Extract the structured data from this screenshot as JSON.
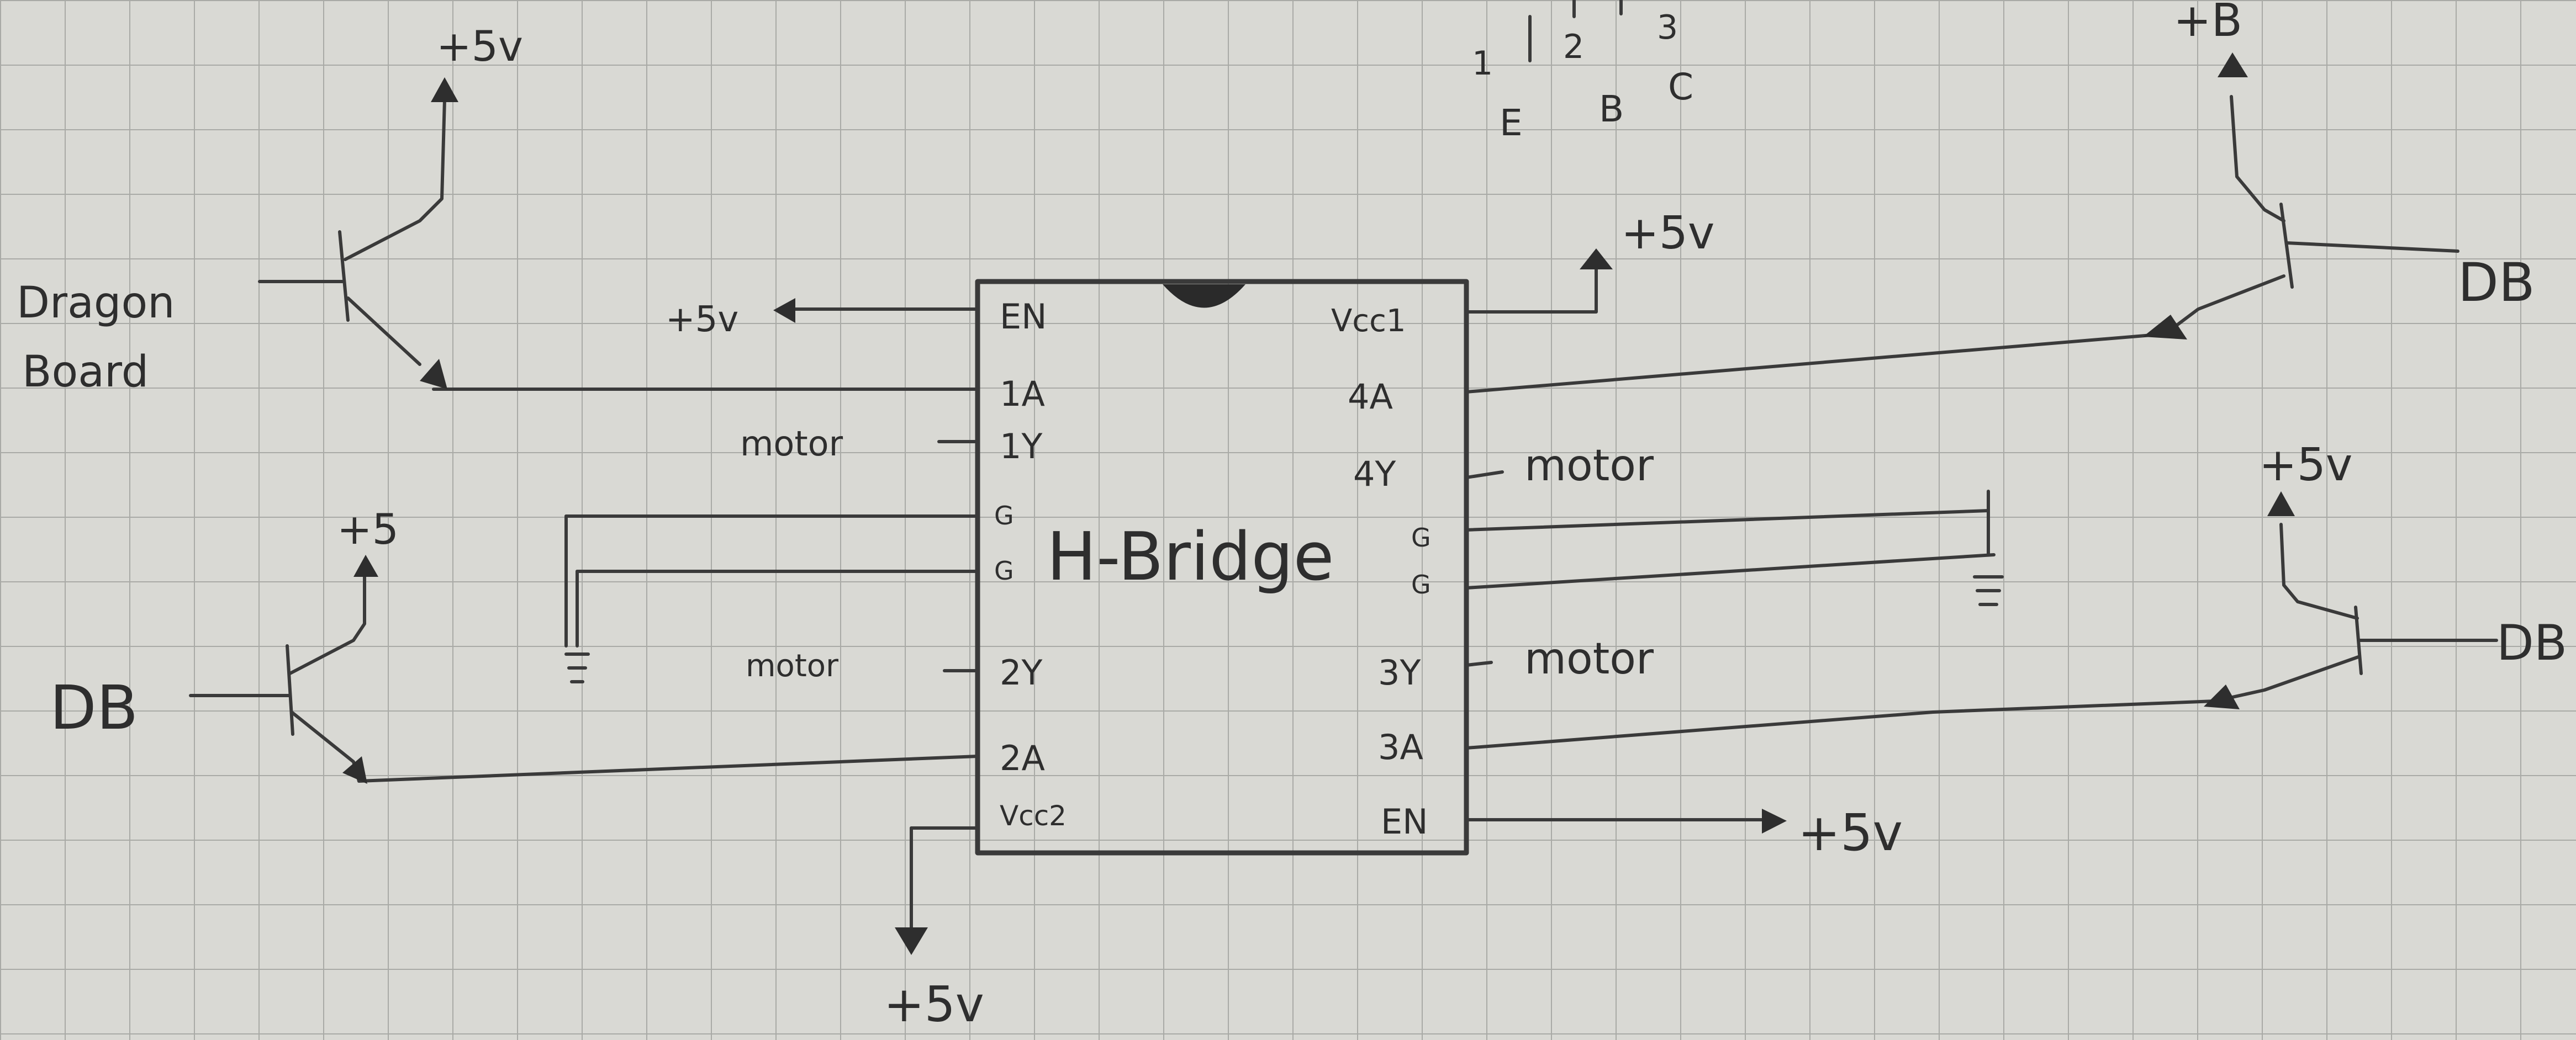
{
  "chip": {
    "left_pins": [
      "EN",
      "1A",
      "1Y",
      "G",
      "G",
      "2Y",
      "2A",
      "Vcc2"
    ],
    "right_pins": [
      "Vcc1",
      "4A",
      "4Y",
      "G",
      "G",
      "3Y",
      "3A",
      "EN"
    ],
    "title": "H-Bridge"
  },
  "labels": {
    "dragon_line1": "Dragon",
    "dragon_line2": "Board",
    "db_left": "DB",
    "db_right_top": "DB",
    "db_right_bottom": "DB",
    "plus5_top_left": "+5v",
    "plus5_left_mid": "+5",
    "plus5_en_left": "+5v",
    "plus5_vcc1": "+5v",
    "plus5_top_right": "+B",
    "plus5_right_mid": "+5v",
    "plus5_en_right": "+5v",
    "plus5_vcc2": "+5v",
    "motor_1y": "motor",
    "motor_2y": "motor",
    "motor_4y": "motor",
    "motor_3y": "motor"
  },
  "pinout_legend": {
    "numbers": [
      "1",
      "2",
      "3"
    ],
    "letters": [
      "E",
      "B",
      "C"
    ]
  },
  "colors": {
    "paper": "#d9d9d4",
    "grid": "#a9aaa6",
    "ink": "#3a3a3a"
  }
}
